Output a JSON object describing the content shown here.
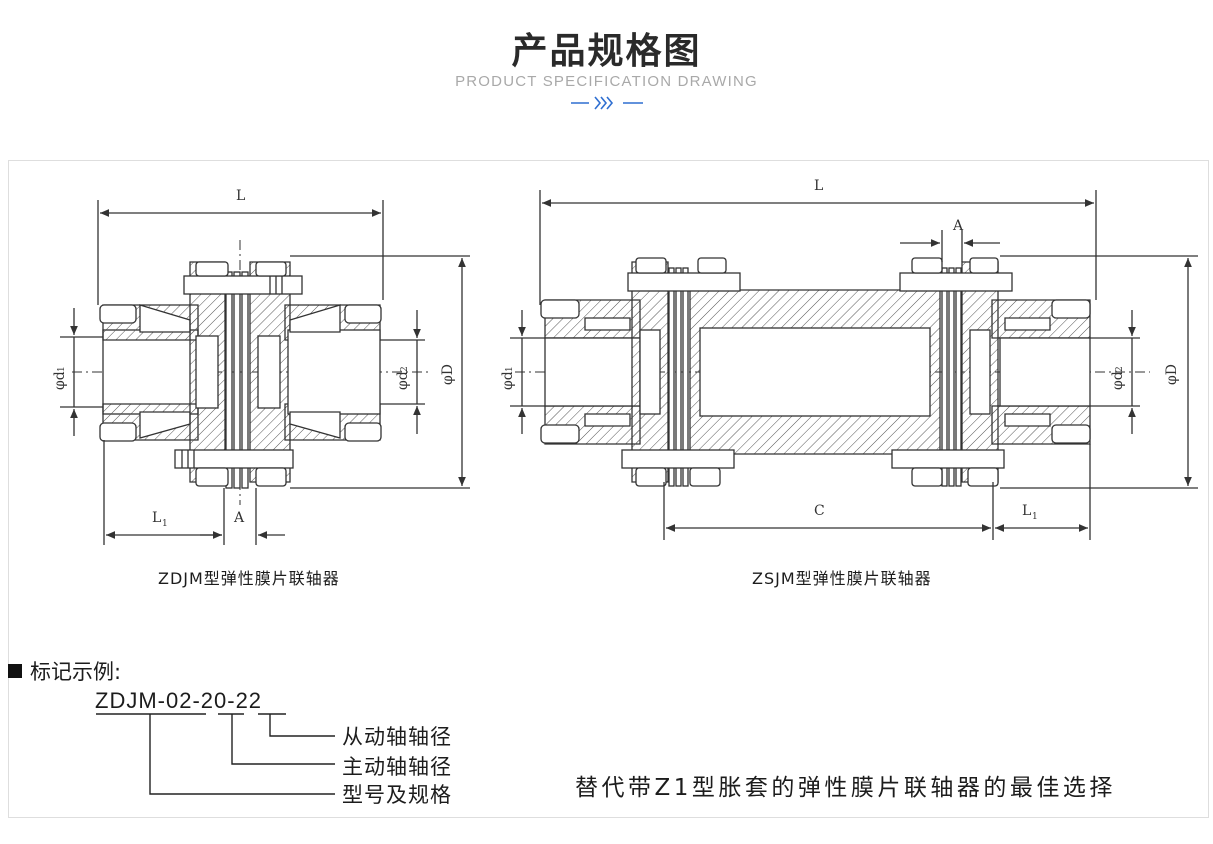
{
  "header": {
    "title": "产品规格图",
    "subtitle": "PRODUCT SPECIFICATION DRAWING"
  },
  "drawings": [
    {
      "caption": "ZDJM型弹性膜片联轴器",
      "dims": {
        "L": "L",
        "L1": "L",
        "L1_sub": "1",
        "A": "A",
        "d1": "φd",
        "d1_sub": "1",
        "d2": "φd",
        "d2_sub": "2",
        "D": "φD"
      }
    },
    {
      "caption": "ZSJM型弹性膜片联轴器",
      "dims": {
        "L": "L",
        "A": "A",
        "C": "C",
        "L1": "L",
        "L1_sub": "1",
        "d1": "φd",
        "d1_sub": "1",
        "d2": "φd",
        "d2_sub": "2",
        "D": "φD"
      }
    }
  ],
  "marking": {
    "heading": "标记示例:",
    "code": "ZDJM-02-20-22",
    "items": [
      "从动轴轴径",
      "主动轴轴径",
      "型号及规格"
    ]
  },
  "slogan": "替代带Z1型胀套的弹性膜片联轴器的最佳选择",
  "colors": {
    "accent": "#2f6fd1",
    "line": "#333333",
    "subtitle": "#a9a9a9"
  }
}
